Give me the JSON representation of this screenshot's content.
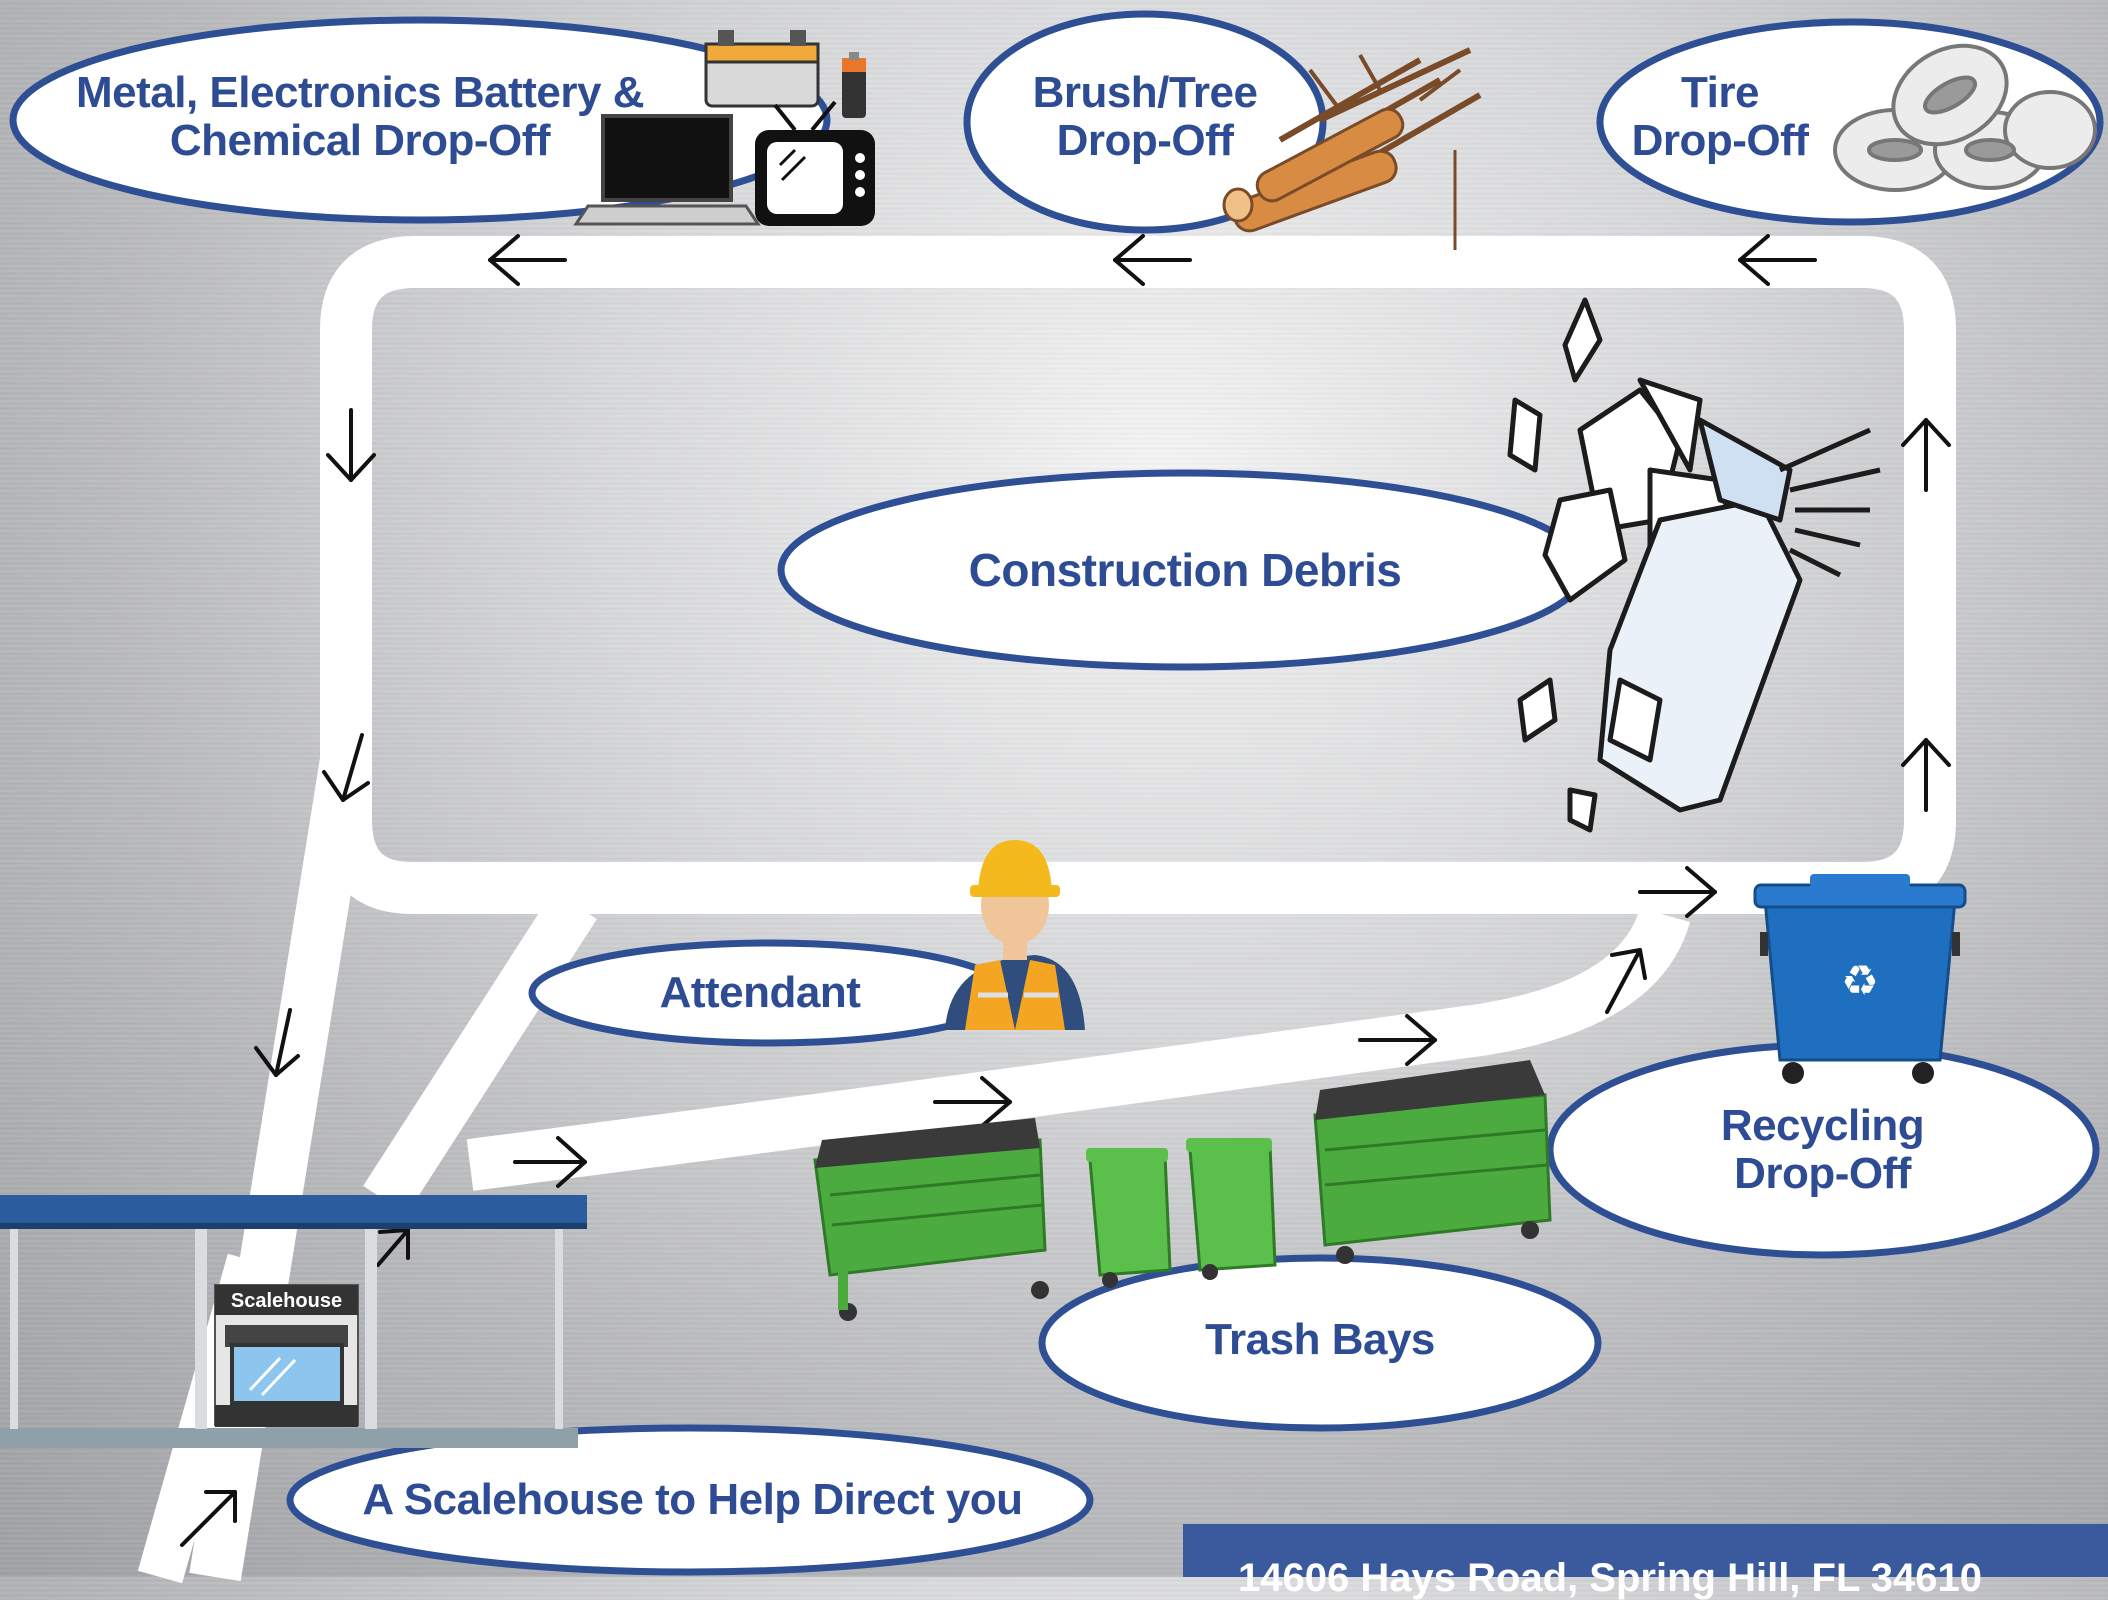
{
  "labels": {
    "metal_line1": "Metal, Electronics Battery &",
    "metal_line2": "Chemical Drop-Off",
    "brush_line1": "Brush/Tree",
    "brush_line2": "Drop-Off",
    "tire_line1": "Tire",
    "tire_line2": "Drop-Off",
    "construction": "Construction Debris",
    "attendant": "Attendant",
    "recycling_line1": "Recycling",
    "recycling_line2": "Drop-Off",
    "trash": "Trash Bays",
    "scalehouse_help": "A Scalehouse to Help Direct you",
    "scalehouse_sign": "Scalehouse"
  },
  "address": "14606 Hays Road, Spring Hill, FL 34610",
  "colors": {
    "ellipse_border": "#2f4f94",
    "label_text": "#2e4c93",
    "road": "#ffffff",
    "address_bar": "#3a5a9d",
    "canopy": "#2b5c9e",
    "dumpster_green": "#4cab3f",
    "recycle_bin_blue": "#1f6fc0"
  },
  "icons": [
    "car-battery-icon",
    "aa-battery-icon",
    "laptop-icon",
    "tv-icon",
    "firewood-icon",
    "tires-icon",
    "concrete-rubble-icon",
    "worker-icon",
    "recycle-bin-icon",
    "dumpster-icon",
    "trash-cart-icon",
    "scalehouse-building-icon",
    "direction-arrow-icon"
  ]
}
